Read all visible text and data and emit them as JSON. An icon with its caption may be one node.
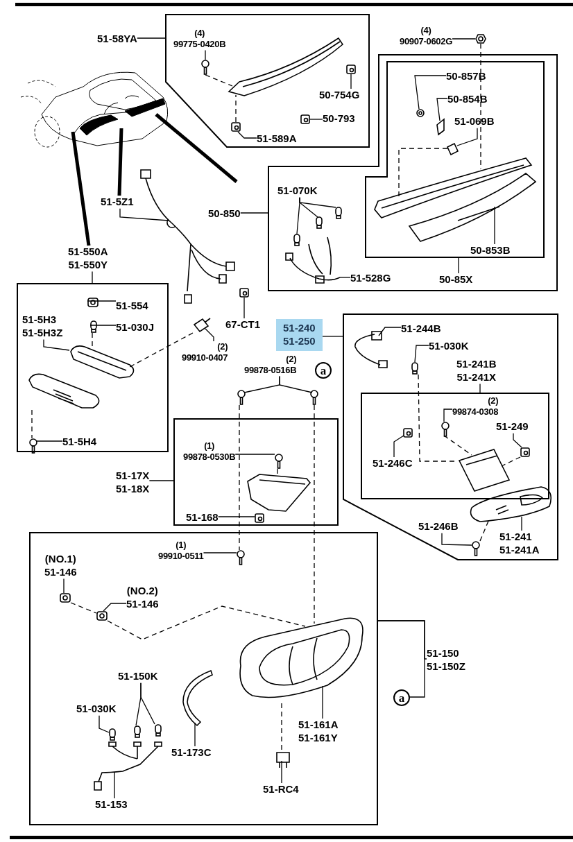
{
  "diagram": {
    "nodes": [
      {
        "text": [
          "51-58YA"
        ]
      },
      {
        "text": [],
        "shape": "box"
      },
      {
        "text": [
          "(4)",
          "99775-0420B"
        ],
        "in": 1
      },
      {
        "text": [
          "50-754G"
        ],
        "in": 1
      },
      {
        "text": [
          "50-793"
        ],
        "in": 1
      },
      {
        "text": [
          "51-589A"
        ],
        "in": 1
      },
      {
        "text": [
          "(4)",
          "90907-0602G"
        ]
      },
      {
        "text": [
          "50-850"
        ]
      },
      {
        "text": [],
        "shape": "box"
      },
      {
        "text": [],
        "shape": "box",
        "in": 8
      },
      {
        "text": [
          "50-857B"
        ],
        "in": 9
      },
      {
        "text": [
          "50-854B"
        ],
        "in": 9
      },
      {
        "text": [
          "51-069B"
        ],
        "in": 9
      },
      {
        "text": [
          "50-853B"
        ],
        "in": 9
      },
      {
        "text": [
          "50-85X"
        ],
        "in": 8
      },
      {
        "text": [
          "51-070K"
        ],
        "in": 8
      },
      {
        "text": [
          "51-528G"
        ],
        "in": 8
      },
      {
        "text": [
          "51-5Z1"
        ]
      },
      {
        "text": [
          "51-550A",
          "51-550Y"
        ]
      },
      {
        "text": [],
        "shape": "box"
      },
      {
        "text": [
          "51-554"
        ],
        "in": 19
      },
      {
        "text": [
          "51-030J"
        ],
        "in": 19
      },
      {
        "text": [
          "51-5H3",
          "51-5H3Z"
        ],
        "in": 19
      },
      {
        "text": [
          "51-5H4"
        ],
        "in": 19
      },
      {
        "text": [
          "67-CT1"
        ]
      },
      {
        "text": [
          "(2)",
          "99910-0407"
        ]
      },
      {
        "text": [
          "51-240",
          "51-250"
        ]
      },
      {
        "text": [],
        "shape": "box"
      },
      {
        "text": [
          "51-244B"
        ],
        "in": 27
      },
      {
        "text": [
          "51-030K"
        ],
        "in": 27
      },
      {
        "text": [
          "51-241B",
          "51-241X"
        ],
        "in": 27
      },
      {
        "text": [],
        "shape": "box",
        "in": 27
      },
      {
        "text": [
          "(2)",
          "99874-0308"
        ],
        "in": 31
      },
      {
        "text": [
          "51-249"
        ],
        "in": 31
      },
      {
        "text": [
          "51-246C"
        ],
        "in": 31
      },
      {
        "text": [
          "51-246B"
        ],
        "in": 27
      },
      {
        "text": [
          "51-241",
          "51-241A"
        ],
        "in": 27
      },
      {
        "text": [
          "(2)",
          "99878-0516B"
        ]
      },
      {
        "text": [
          "a"
        ]
      },
      {
        "text": [],
        "shape": "box"
      },
      {
        "text": [
          "51-17X",
          "51-18X"
        ]
      },
      {
        "text": [
          "(1)",
          "99878-0530B"
        ],
        "in": 39
      },
      {
        "text": [
          "51-168"
        ],
        "in": 39
      },
      {
        "text": [],
        "shape": "box"
      },
      {
        "text": [
          "(1)",
          "99910-0511"
        ],
        "in": 43
      },
      {
        "text": [
          "(NO.1)",
          "51-146"
        ],
        "in": 43
      },
      {
        "text": [
          "(NO.2)",
          "51-146"
        ],
        "in": 43
      },
      {
        "text": [
          "51-150K"
        ],
        "in": 43
      },
      {
        "text": [
          "51-030K"
        ],
        "in": 43
      },
      {
        "text": [
          "51-173C"
        ],
        "in": 43
      },
      {
        "text": [
          "51-161A",
          "51-161Y"
        ],
        "in": 43
      },
      {
        "text": [
          "51-153"
        ],
        "in": 43
      },
      {
        "text": [
          "51-RC4"
        ],
        "in": 43
      },
      {
        "text": [
          "51-150",
          "51-150Z"
        ]
      },
      {
        "text": [
          "a"
        ]
      },
      {
        "text": [],
        "shape": "picture"
      },
      {
        "text": [],
        "shape": "circle",
        "in": 1
      },
      {
        "text": [],
        "shape": "box",
        "in": 1
      },
      {
        "text": [],
        "shape": "box",
        "in": 1
      },
      {
        "text": [],
        "shape": "box",
        "in": 1
      },
      {
        "text": [],
        "shape": "picture",
        "in": 1
      },
      {
        "text": [],
        "shape": "circle"
      },
      {
        "text": [],
        "shape": "circle",
        "in": 9
      },
      {
        "text": [],
        "shape": "box",
        "in": 9
      },
      {
        "text": [],
        "shape": "box",
        "in": 9
      },
      {
        "text": [],
        "shape": "picture",
        "in": 9
      },
      {
        "text": [],
        "shape": "picture",
        "in": 9
      },
      {
        "text": [],
        "shape": "box",
        "in": 8
      },
      {
        "text": [],
        "shape": "box",
        "in": 8
      },
      {
        "text": [],
        "shape": "box",
        "in": 8
      },
      {
        "text": [],
        "shape": "picture",
        "in": 8
      },
      {
        "text": [],
        "shape": "picture"
      },
      {
        "text": [],
        "shape": "box"
      },
      {
        "text": [],
        "shape": "picture"
      },
      {
        "text": [],
        "shape": "box",
        "in": 19
      },
      {
        "text": [],
        "shape": "box",
        "in": 19
      },
      {
        "text": [],
        "shape": "picture",
        "in": 19
      },
      {
        "text": [],
        "shape": "picture",
        "in": 19
      },
      {
        "text": [],
        "shape": "circle",
        "in": 19
      },
      {
        "text": [],
        "shape": "picture",
        "in": 27
      },
      {
        "text": [],
        "shape": "box",
        "in": 27
      },
      {
        "text": [],
        "shape": "box",
        "in": 31
      },
      {
        "text": [],
        "shape": "circle",
        "in": 31
      },
      {
        "text": [],
        "shape": "box",
        "in": 31
      },
      {
        "text": [],
        "shape": "picture",
        "in": 31
      },
      {
        "text": [],
        "shape": "picture",
        "in": 27
      },
      {
        "text": [],
        "shape": "circle",
        "in": 27
      },
      {
        "text": [],
        "shape": "circle"
      },
      {
        "text": [],
        "shape": "circle"
      },
      {
        "text": [],
        "shape": "circle",
        "in": 39
      },
      {
        "text": [],
        "shape": "picture",
        "in": 39
      },
      {
        "text": [],
        "shape": "box",
        "in": 39
      },
      {
        "text": [],
        "shape": "circle",
        "in": 43
      },
      {
        "text": [],
        "shape": "box",
        "in": 43
      },
      {
        "text": [],
        "shape": "box",
        "in": 43
      },
      {
        "text": [],
        "shape": "picture",
        "in": 43
      },
      {
        "text": [],
        "shape": "box",
        "in": 43
      },
      {
        "text": [],
        "shape": "box",
        "in": 43
      },
      {
        "text": [],
        "shape": "box",
        "in": 43
      },
      {
        "text": [],
        "shape": "picture",
        "in": 43
      },
      {
        "text": [],
        "shape": "picture",
        "in": 43
      },
      {
        "text": [],
        "shape": "box",
        "in": 43
      }
    ],
    "edges": [
      {
        "from": 0,
        "to": 1,
        "arrow": "none"
      },
      {
        "from": 2,
        "to": 56,
        "arrow": "none"
      },
      {
        "from": 3,
        "to": 57,
        "arrow": "none"
      },
      {
        "from": 4,
        "to": 58,
        "arrow": "none"
      },
      {
        "from": 5,
        "to": 59,
        "arrow": "none"
      },
      {
        "from": 6,
        "to": 61,
        "arrow": "none"
      },
      {
        "from": 7,
        "to": 8,
        "arrow": "none"
      },
      {
        "from": 10,
        "to": 62,
        "arrow": "none"
      },
      {
        "from": 11,
        "to": 63,
        "arrow": "none"
      },
      {
        "from": 12,
        "to": 64,
        "arrow": "none"
      },
      {
        "from": 13,
        "to": 66,
        "arrow": "none"
      },
      {
        "from": 14,
        "to": 9,
        "arrow": "none"
      },
      {
        "from": 15,
        "to": 67,
        "arrow": "none"
      },
      {
        "from": 15,
        "to": 68,
        "arrow": "none"
      },
      {
        "from": 15,
        "to": 69,
        "arrow": "none"
      },
      {
        "from": 16,
        "to": 70,
        "arrow": "none"
      },
      {
        "from": 17,
        "to": 71,
        "arrow": "none"
      },
      {
        "from": 18,
        "to": 19,
        "arrow": "none"
      },
      {
        "from": 20,
        "to": 74,
        "arrow": "none"
      },
      {
        "from": 21,
        "to": 75,
        "arrow": "none"
      },
      {
        "from": 22,
        "to": 76,
        "arrow": "none"
      },
      {
        "from": 23,
        "to": 78,
        "arrow": "none"
      },
      {
        "from": 24,
        "to": 72,
        "arrow": "none"
      },
      {
        "from": 25,
        "to": 73,
        "arrow": "none"
      },
      {
        "from": 26,
        "to": 27,
        "arrow": "none"
      },
      {
        "from": 28,
        "to": 79,
        "arrow": "none"
      },
      {
        "from": 29,
        "to": 80,
        "arrow": "none"
      },
      {
        "from": 30,
        "to": 31,
        "arrow": "none"
      },
      {
        "from": 32,
        "to": 82,
        "arrow": "none"
      },
      {
        "from": 33,
        "to": 83,
        "arrow": "none"
      },
      {
        "from": 34,
        "to": 81,
        "arrow": "none"
      },
      {
        "from": 35,
        "to": 86,
        "arrow": "none"
      },
      {
        "from": 36,
        "to": 85,
        "arrow": "none"
      },
      {
        "from": 37,
        "to": 87,
        "arrow": "none"
      },
      {
        "from": 37,
        "to": 88,
        "arrow": "none"
      },
      {
        "from": 40,
        "to": 39,
        "arrow": "none"
      },
      {
        "from": 41,
        "to": 89,
        "arrow": "none"
      },
      {
        "from": 42,
        "to": 91,
        "arrow": "none"
      },
      {
        "from": 44,
        "to": 92,
        "arrow": "none"
      },
      {
        "from": 45,
        "to": 93,
        "arrow": "none"
      },
      {
        "from": 46,
        "to": 94,
        "arrow": "none"
      },
      {
        "from": 47,
        "to": 96,
        "arrow": "none"
      },
      {
        "from": 47,
        "to": 97,
        "arrow": "none"
      },
      {
        "from": 48,
        "to": 98,
        "arrow": "none"
      },
      {
        "from": 49,
        "to": 100,
        "arrow": "none"
      },
      {
        "from": 50,
        "to": 95,
        "arrow": "none"
      },
      {
        "from": 51,
        "to": 99,
        "arrow": "none"
      },
      {
        "from": 52,
        "to": 101,
        "arrow": "none"
      },
      {
        "from": 53,
        "to": 43,
        "arrow": "none"
      },
      {
        "from": 54,
        "to": 43,
        "arrow": "none"
      },
      {
        "from": 55,
        "to": 18,
        "arrow": "none",
        "style": "thick"
      },
      {
        "from": 55,
        "to": 17,
        "arrow": "none",
        "style": "thick"
      },
      {
        "from": 55,
        "to": 71,
        "arrow": "none",
        "style": "thick"
      },
      {
        "from": 56,
        "to": 60,
        "arrow": "none",
        "style": "dashed"
      },
      {
        "from": 59,
        "to": 60,
        "arrow": "none",
        "style": "dashed"
      },
      {
        "from": 61,
        "to": 65,
        "arrow": "none",
        "style": "dashed"
      },
      {
        "from": 64,
        "to": 65,
        "arrow": "none",
        "style": "dashed"
      },
      {
        "from": 75,
        "to": 76,
        "arrow": "none",
        "style": "dashed"
      },
      {
        "from": 73,
        "to": 76,
        "arrow": "none",
        "style": "dashed"
      },
      {
        "from": 77,
        "to": 78,
        "arrow": "none",
        "style": "dashed"
      },
      {
        "from": 80,
        "to": 84,
        "arrow": "none",
        "style": "dashed"
      },
      {
        "from": 82,
        "to": 84,
        "arrow": "none",
        "style": "dashed"
      },
      {
        "from": 83,
        "to": 84,
        "arrow": "none",
        "style": "dashed"
      },
      {
        "from": 86,
        "to": 85,
        "arrow": "none",
        "style": "dashed"
      },
      {
        "from": 87,
        "to": 92,
        "arrow": "none",
        "style": "dashed"
      },
      {
        "from": 88,
        "to": 95,
        "arrow": "none",
        "style": "dashed"
      },
      {
        "from": 89,
        "to": 90,
        "arrow": "none",
        "style": "dashed"
      },
      {
        "from": 93,
        "to": 94,
        "arrow": "none",
        "style": "dashed"
      },
      {
        "from": 94,
        "to": 95,
        "arrow": "none",
        "style": "dashed"
      },
      {
        "from": 95,
        "to": 101,
        "arrow": "none",
        "style": "dashed"
      }
    ]
  }
}
